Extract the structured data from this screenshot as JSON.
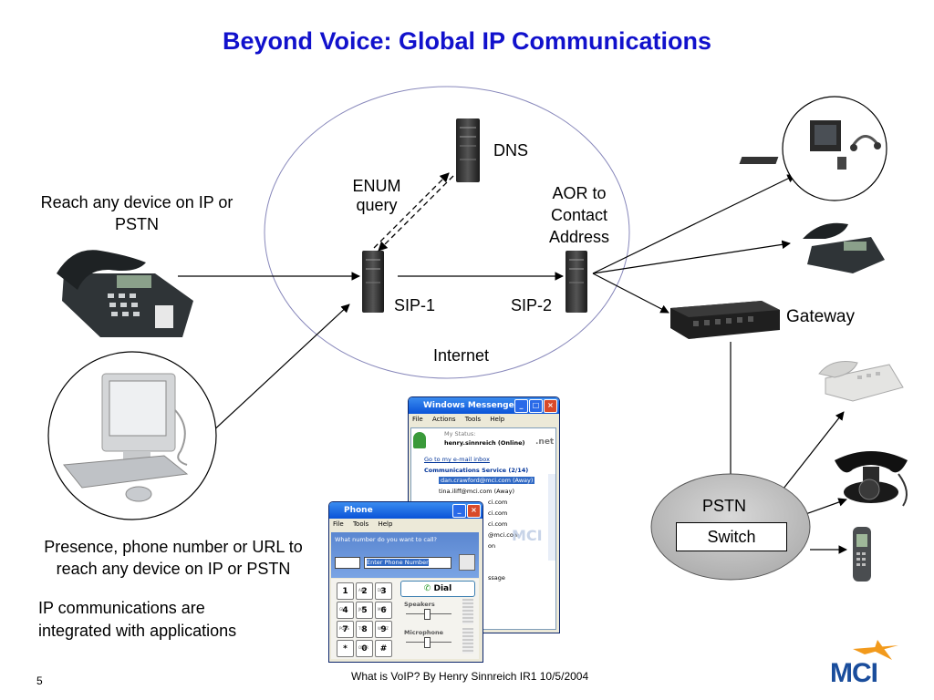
{
  "slide": {
    "title": "Beyond Voice: Global IP Communications",
    "page_number": "5",
    "footer": "What is VoIP? By Henry Sinnreich IR1  10/5/2004",
    "logo_text": "MCI"
  },
  "labels": {
    "dns": "DNS",
    "enum_query_line1": "ENUM",
    "enum_query_line2": "query",
    "aor_line1": "AOR to",
    "aor_line2": "Contact",
    "aor_line3": "Address",
    "sip1": "SIP-1",
    "sip2": "SIP-2",
    "internet": "Internet",
    "gateway": "Gateway",
    "pstn": "PSTN",
    "switch": "Switch",
    "reach_line1": "Reach any device on IP or",
    "reach_line2": "PSTN",
    "presence_line1": "Presence, phone number or URL to",
    "presence_line2": "reach any device on IP or PSTN",
    "ipcomm_line1": "IP communications are",
    "ipcomm_line2": "integrated with applications"
  },
  "messenger": {
    "title": "Windows Messenger",
    "menu": [
      "File",
      "Actions",
      "Tools",
      "Help"
    ],
    "my_status": "My Status:",
    "user": "henry.sinnreich (Online)",
    "net_badge": ".net",
    "inbox_link": "Go to my e-mail inbox",
    "group": "Communications Service (2/14)",
    "contacts": [
      "dan.crawford@mci.com (Away)",
      "tina.iliff@mci.com (Away)",
      "ci.com",
      "ci.com",
      "ci.com",
      "@mci.com",
      "on"
    ],
    "footer_text": "ssage"
  },
  "phone": {
    "title": "Phone",
    "menu": [
      "File",
      "Tools",
      "Help"
    ],
    "prompt": "What number do you want to call?",
    "input_placeholder": "Enter Phone Number",
    "dial_label": "Dial",
    "speakers_label": "Speakers",
    "microphone_label": "Microphone",
    "keys": [
      {
        "digit": "1",
        "letters": ""
      },
      {
        "digit": "2",
        "letters": "ABC"
      },
      {
        "digit": "3",
        "letters": "DEF"
      },
      {
        "digit": "4",
        "letters": "GHI"
      },
      {
        "digit": "5",
        "letters": "JKL"
      },
      {
        "digit": "6",
        "letters": "MNO"
      },
      {
        "digit": "7",
        "letters": "PQRS"
      },
      {
        "digit": "8",
        "letters": "TUV"
      },
      {
        "digit": "9",
        "letters": "WXYZ"
      },
      {
        "digit": "*",
        "letters": ""
      },
      {
        "digit": "0",
        "letters": "OPER"
      },
      {
        "digit": "#",
        "letters": ""
      }
    ]
  },
  "colors": {
    "title": "#1111cc",
    "internet_ellipse_stroke": "#8888bb",
    "pstn_fill": "#bdbdbd",
    "logo_blue": "#1a4d9c",
    "logo_orange": "#f29a1c"
  }
}
